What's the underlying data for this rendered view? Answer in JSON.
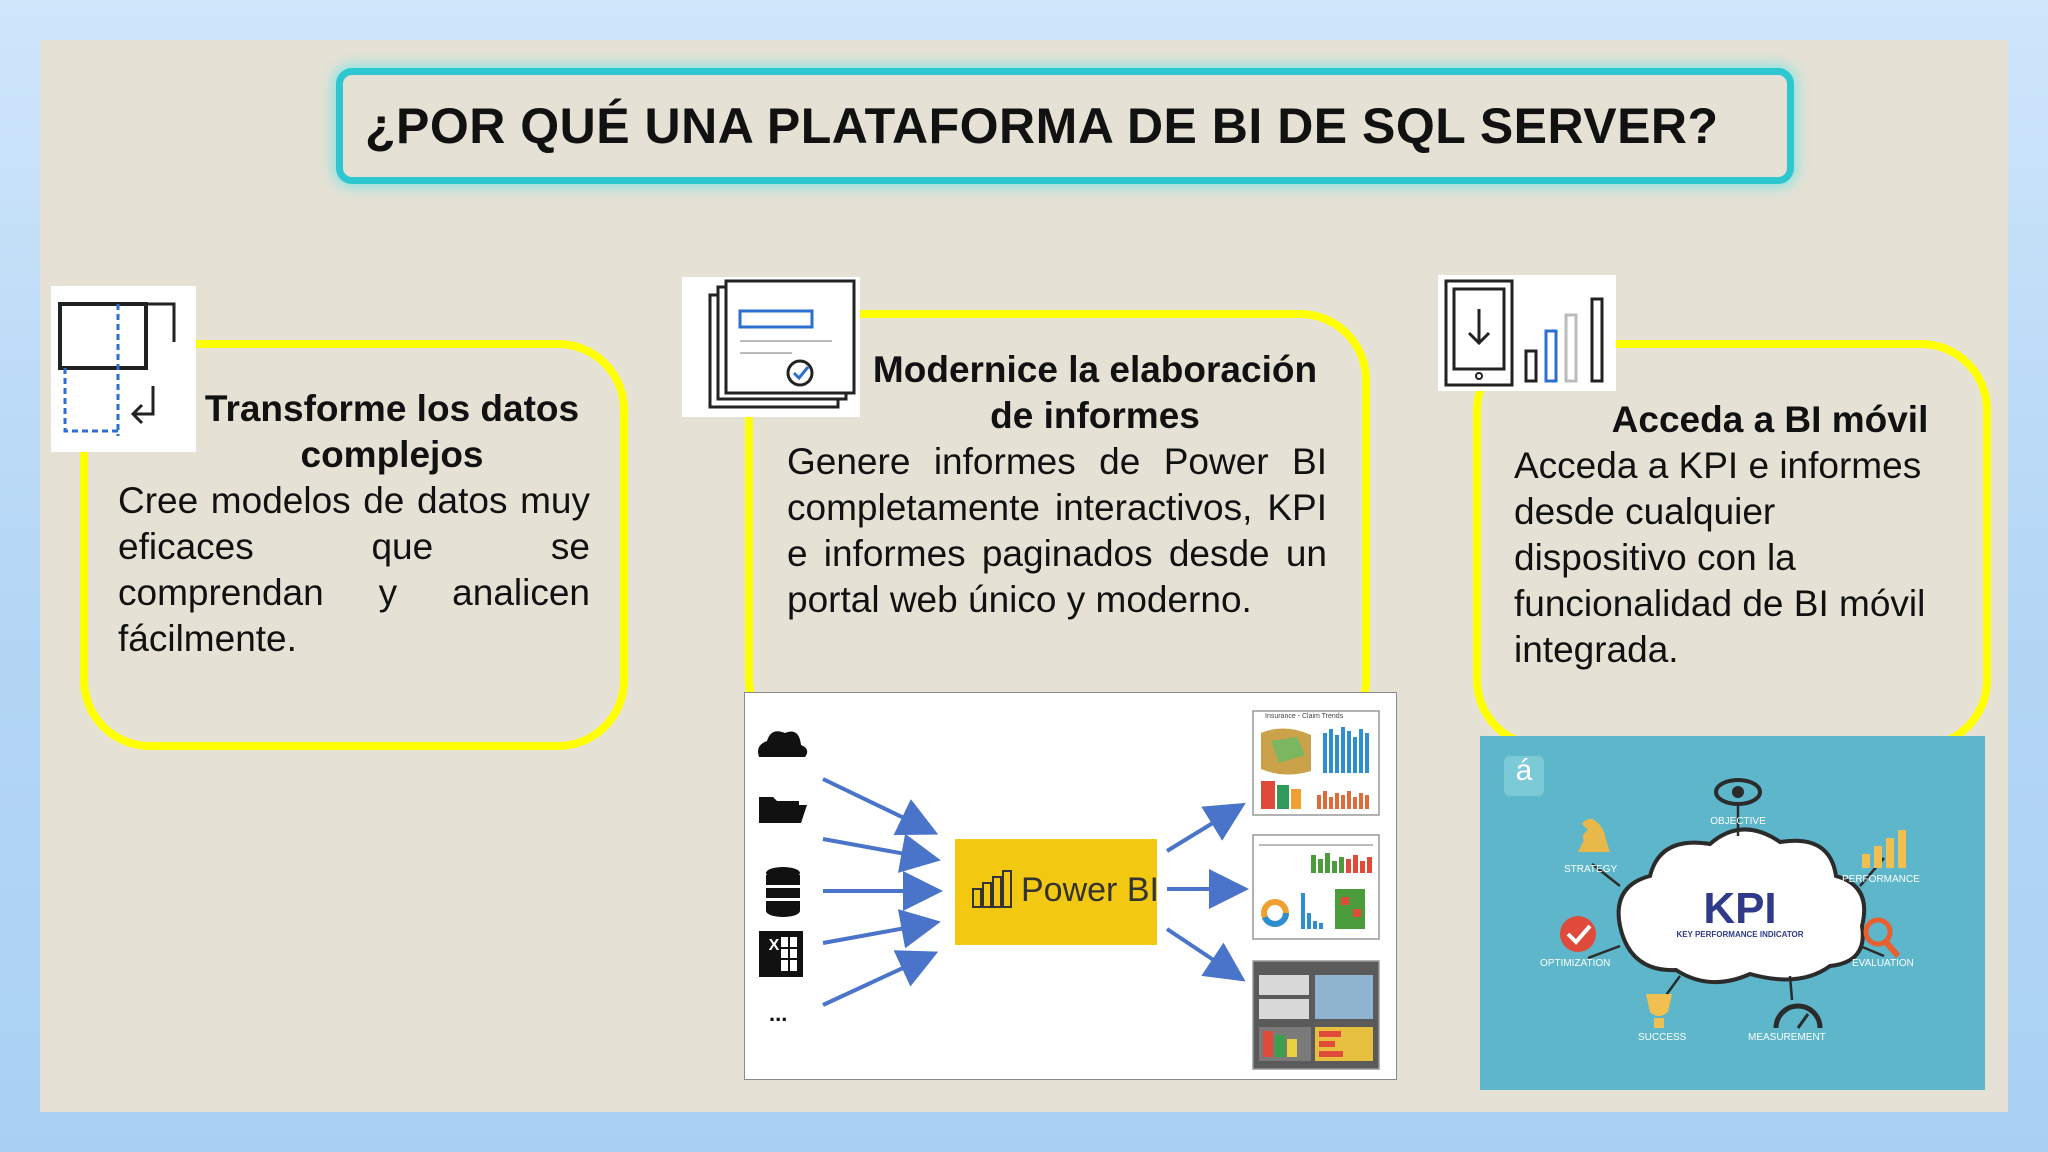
{
  "title": "¿POR QUÉ UNA PLATAFORMA DE BI DE SQL SERVER?",
  "cards": [
    {
      "heading_line1": "Transforme los datos",
      "heading_line2": "complejos",
      "body": "Cree modelos de datos muy eficaces que se comprendan y analicen fácilmente.",
      "icon": "data-model-icon"
    },
    {
      "heading_line1": "Modernice la elaboración",
      "heading_line2": "de informes",
      "body": "Genere informes de Power BI completamente interactivos, KPI e informes paginados desde un portal web único y moderno.",
      "icon": "report-icon"
    },
    {
      "heading_line1": "Acceda a BI móvil",
      "body": "Acceda a KPI e informes desde cualquier dispositivo con la funcionalidad de BI móvil integrada.",
      "icon": "mobile-bi-icon"
    }
  ],
  "diagram": {
    "center_label": "Power BI",
    "excel_label": "X",
    "more_label": "...",
    "sources": [
      "cloud-icon",
      "folder-icon",
      "database-icon",
      "excel-icon",
      "more-icon"
    ],
    "report1_title": "Insurance - Claim Trends"
  },
  "kpi_graphic": {
    "center": "KPI",
    "subtitle": "KEY PERFORMANCE INDICATOR",
    "corner_glyph": "á",
    "labels": {
      "objective": "OBJECTIVE",
      "strategy": "STRATEGY",
      "performance": "PERFORMANCE",
      "optimization": "OPTIMIZATION",
      "evaluation": "EVALUATION",
      "success": "SUCCESS",
      "measurement": "MEASUREMENT"
    }
  },
  "colors": {
    "title_border": "#2ec7cf",
    "card_border": "#ffff00",
    "slide_bg": "#e5e1d5",
    "powerbi_yellow": "#f2c811",
    "arrow_blue": "#4a74c9",
    "kpi_bg": "#5db6c9"
  }
}
